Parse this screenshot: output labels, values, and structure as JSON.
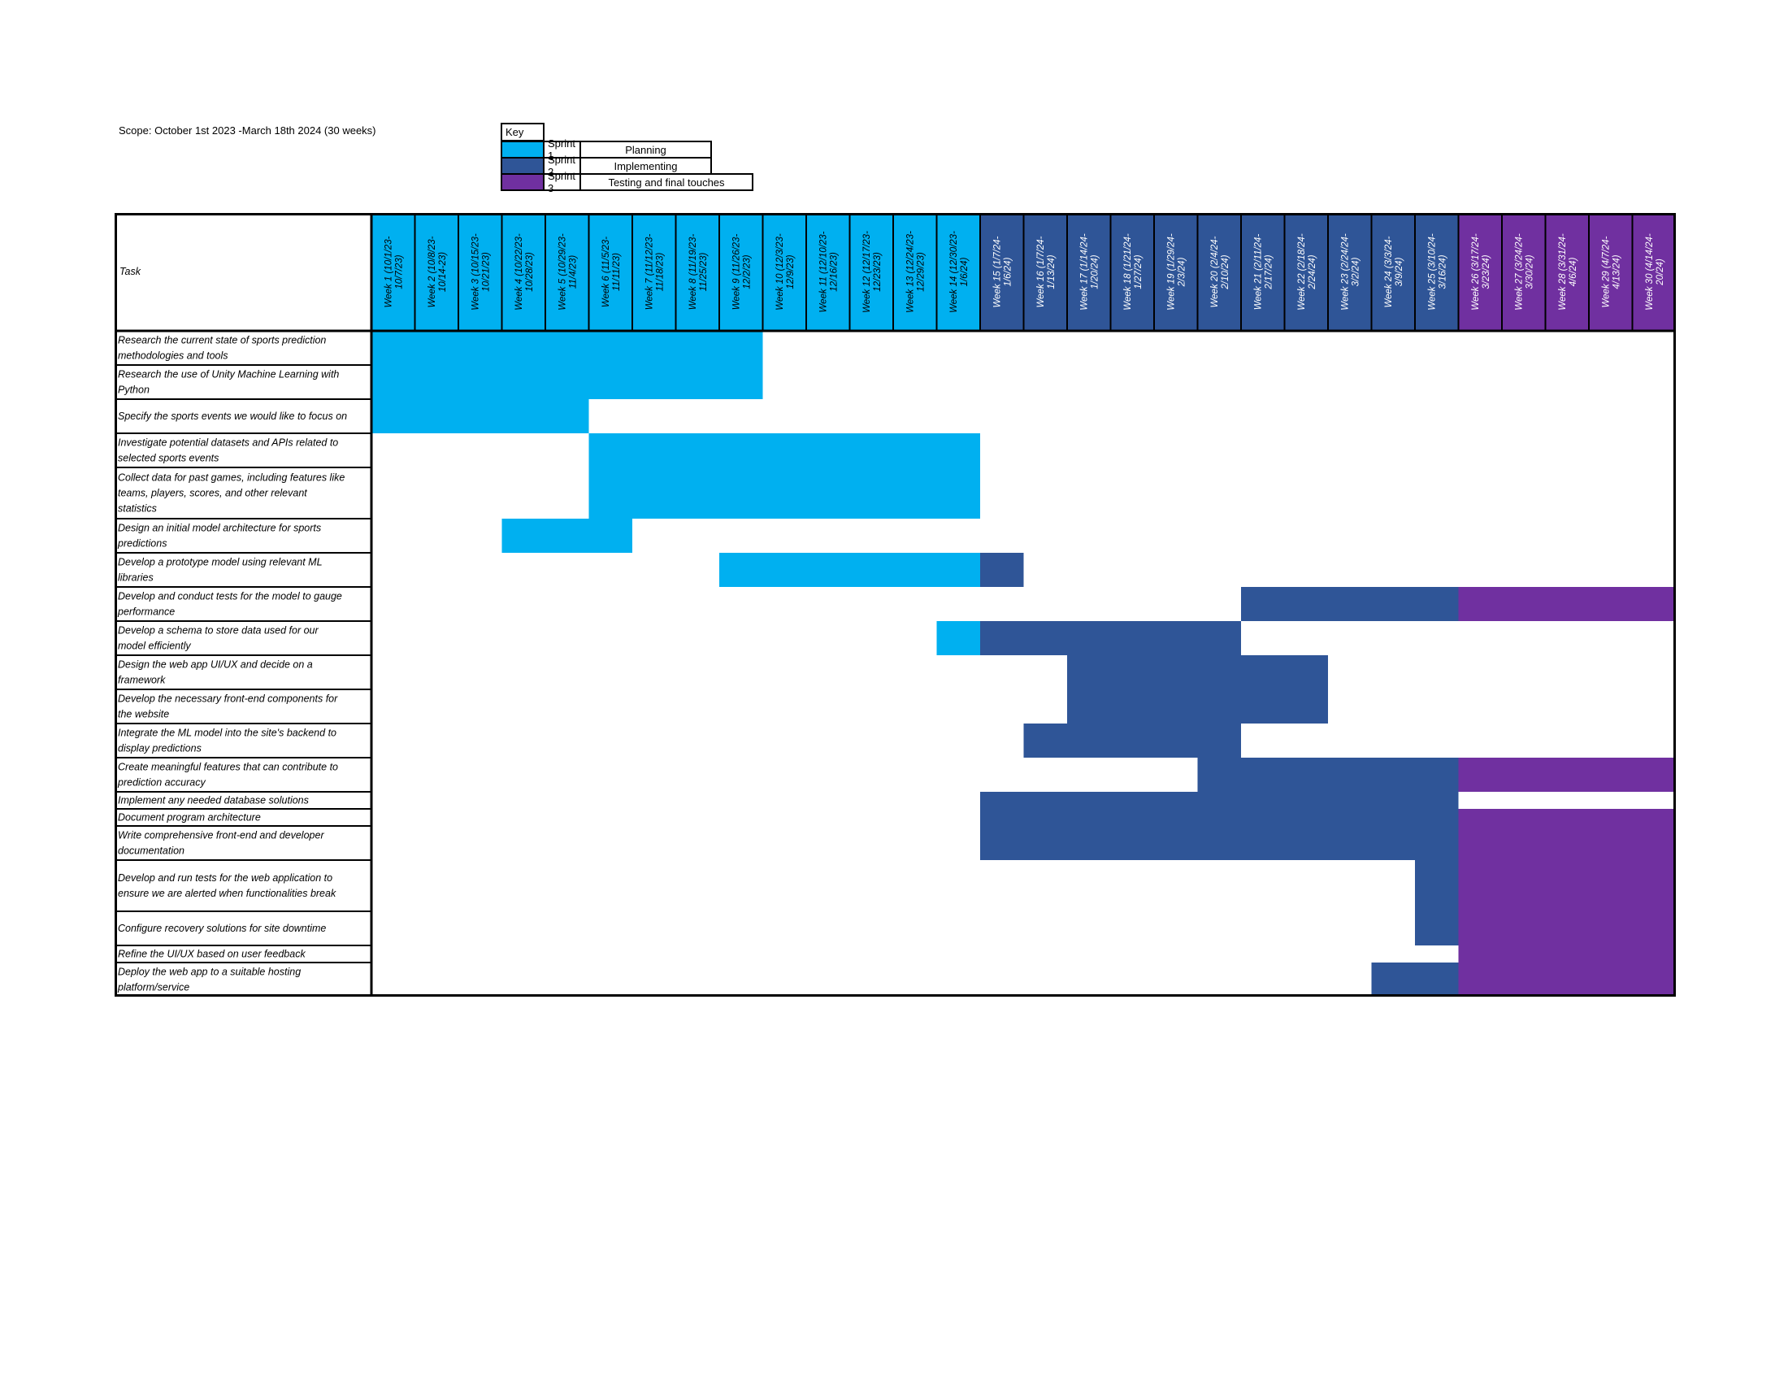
{
  "scope": "Scope: October 1st 2023 -March 18th 2024 (30 weeks)",
  "legend": {
    "title": "Key",
    "items": [
      {
        "sprint": "Sprint 1",
        "label": "Planning",
        "color": "#00b0f0"
      },
      {
        "sprint": "Sprint 2",
        "label": "Implementing",
        "color": "#2f5597"
      },
      {
        "sprint": "Sprint 3",
        "label": "Testing and final touches",
        "color": "#7030a0"
      }
    ]
  },
  "chart_data": {
    "type": "gantt",
    "task_header": "Task",
    "sprint_colors": {
      "1": "#00b0f0",
      "2": "#2f5597",
      "3": "#7030a0"
    },
    "week_sprints": [
      1,
      1,
      1,
      1,
      1,
      1,
      1,
      1,
      1,
      1,
      1,
      1,
      1,
      1,
      2,
      2,
      2,
      2,
      2,
      2,
      2,
      2,
      2,
      2,
      2,
      3,
      3,
      3,
      3,
      3
    ],
    "weeks": [
      [
        "Week 1 (10/1/23-",
        "10/7/23)"
      ],
      [
        "Week 2 (10/8/23-",
        "10/14-23)"
      ],
      [
        "Week 3 (10/15/23-",
        "10/21/23)"
      ],
      [
        "Week 4 (10/22/23-",
        "10/28/23)"
      ],
      [
        "Week 5 (10/29/23-",
        "11/4/23)"
      ],
      [
        "Week 6 (11/5/23-",
        "11/11/23)"
      ],
      [
        "Week 7 (11/12/23-",
        "11/18/23)"
      ],
      [
        "Week 8 (11/19/23-",
        "11/25/23)"
      ],
      [
        "Week 9 (11/26/23-",
        "12/2/23)"
      ],
      [
        "Week 10 (12/3/23-",
        "12/9/23)"
      ],
      [
        "Week 11 (12/10/23-",
        "12/16/23)"
      ],
      [
        "Week 12 (12/17/23-",
        "12/23/23)"
      ],
      [
        "Week 13 (12/24/23-",
        "12/29/23)"
      ],
      [
        "Week 14 (12/30/23-",
        "1/6/24)"
      ],
      [
        "Week 15 (1/7/24-",
        "1/6/24)"
      ],
      [
        "Week 16 (1/7/24-",
        "1/13/24)"
      ],
      [
        "Week 17 (1/14/24-",
        "1/20/24)"
      ],
      [
        "Week 18 (1/21/24-",
        "1/27/24)"
      ],
      [
        "Week 19 (1/29/24-",
        "2/3/24)"
      ],
      [
        "Week 20 (2/4/24-",
        "2/10/24)"
      ],
      [
        "Week 21 (2/11/24-",
        "2/17/24)"
      ],
      [
        "Week 22 (2/18/24-",
        "2/24/24)"
      ],
      [
        "Week 23 (2/24/24-",
        "3/2/24)"
      ],
      [
        "Week 24 (3/3/24-",
        "3/9/24)"
      ],
      [
        "Week 25 (3/10/24-",
        "3/16/24)"
      ],
      [
        "Week 26 (3/17/24-",
        "3/23/24)"
      ],
      [
        "Week 27 (3/24/24-",
        "3/30/24)"
      ],
      [
        "Week 28 (3/31/24-",
        "4/6/24)"
      ],
      [
        "Week 29 (4/7/24-",
        "4/13/24)"
      ],
      [
        "Week 30 (4/14/24-",
        "20/24)"
      ]
    ],
    "tasks": [
      {
        "lines": [
          "Research the current state of sports prediction",
          "methodologies and tools"
        ],
        "bars": [
          {
            "start": 1,
            "end": 9,
            "sprint": 1
          }
        ]
      },
      {
        "lines": [
          "Research the use of Unity Machine Learning with",
          "Python"
        ],
        "bars": [
          {
            "start": 1,
            "end": 9,
            "sprint": 1
          }
        ]
      },
      {
        "lines": [
          "Specify the sports events we would like to focus on"
        ],
        "bars": [
          {
            "start": 1,
            "end": 5,
            "sprint": 1
          }
        ]
      },
      {
        "lines": [
          "Investigate potential datasets and APIs related to",
          "selected sports events"
        ],
        "bars": [
          {
            "start": 6,
            "end": 14,
            "sprint": 1
          }
        ]
      },
      {
        "lines": [
          "Collect data for past games, including features like",
          "teams, players, scores, and other relevant",
          "statistics"
        ],
        "bars": [
          {
            "start": 6,
            "end": 14,
            "sprint": 1
          }
        ]
      },
      {
        "lines": [
          "Design an initial model architecture for sports",
          "predictions"
        ],
        "bars": [
          {
            "start": 4,
            "end": 6,
            "sprint": 1
          }
        ]
      },
      {
        "lines": [
          "Develop a prototype model using relevant ML",
          "libraries"
        ],
        "bars": [
          {
            "start": 9,
            "end": 14,
            "sprint": 1
          },
          {
            "start": 15,
            "end": 15,
            "sprint": 2
          }
        ]
      },
      {
        "lines": [
          "Develop and conduct tests for the model to gauge",
          "performance"
        ],
        "bars": [
          {
            "start": 21,
            "end": 25,
            "sprint": 2
          },
          {
            "start": 26,
            "end": 30,
            "sprint": 3
          }
        ]
      },
      {
        "lines": [
          "Develop a schema to store data used for our",
          "model efficiently"
        ],
        "bars": [
          {
            "start": 14,
            "end": 14,
            "sprint": 1
          },
          {
            "start": 15,
            "end": 20,
            "sprint": 2
          }
        ]
      },
      {
        "lines": [
          "Design the web app UI/UX and decide on a",
          "framework"
        ],
        "bars": [
          {
            "start": 17,
            "end": 22,
            "sprint": 2
          }
        ]
      },
      {
        "lines": [
          "Develop the necessary front-end components for",
          "the website"
        ],
        "bars": [
          {
            "start": 17,
            "end": 22,
            "sprint": 2
          }
        ]
      },
      {
        "lines": [
          "Integrate the ML model into the site's backend to",
          "display predictions"
        ],
        "bars": [
          {
            "start": 16,
            "end": 20,
            "sprint": 2
          }
        ]
      },
      {
        "lines": [
          "Create meaningful features that can contribute to",
          "prediction accuracy"
        ],
        "bars": [
          {
            "start": 20,
            "end": 25,
            "sprint": 2
          },
          {
            "start": 26,
            "end": 30,
            "sprint": 3
          }
        ]
      },
      {
        "lines": [
          "Implement any needed database solutions"
        ],
        "bars": [
          {
            "start": 15,
            "end": 25,
            "sprint": 2
          }
        ]
      },
      {
        "lines": [
          "Document program architecture"
        ],
        "bars": [
          {
            "start": 15,
            "end": 25,
            "sprint": 2
          },
          {
            "start": 26,
            "end": 30,
            "sprint": 3
          }
        ]
      },
      {
        "lines": [
          "Write comprehensive front-end and developer",
          "documentation"
        ],
        "bars": [
          {
            "start": 15,
            "end": 25,
            "sprint": 2
          },
          {
            "start": 26,
            "end": 30,
            "sprint": 3
          }
        ]
      },
      {
        "lines": [
          "Develop and run tests for the web application to",
          "ensure we are alerted when functionalities break"
        ],
        "bars": [
          {
            "start": 25,
            "end": 25,
            "sprint": 2
          },
          {
            "start": 26,
            "end": 30,
            "sprint": 3
          }
        ]
      },
      {
        "lines": [
          "Configure recovery solutions for site downtime"
        ],
        "bars": [
          {
            "start": 25,
            "end": 25,
            "sprint": 2
          },
          {
            "start": 26,
            "end": 30,
            "sprint": 3
          }
        ]
      },
      {
        "lines": [
          "Refine the UI/UX based on user feedback"
        ],
        "bars": [
          {
            "start": 26,
            "end": 30,
            "sprint": 3
          }
        ]
      },
      {
        "lines": [
          "Deploy the web app to a suitable hosting",
          "platform/service"
        ],
        "bars": [
          {
            "start": 24,
            "end": 25,
            "sprint": 2
          },
          {
            "start": 26,
            "end": 30,
            "sprint": 3
          }
        ]
      }
    ]
  }
}
